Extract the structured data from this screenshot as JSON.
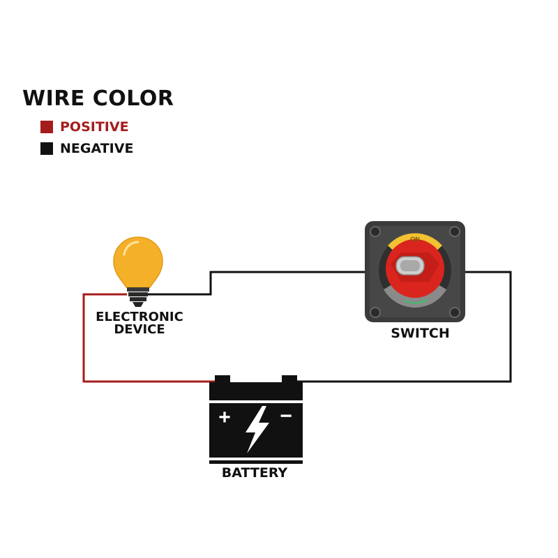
{
  "legend": {
    "title": "WIRE COLOR",
    "items": [
      {
        "label": "POSITIVE",
        "color": "#a51c1c"
      },
      {
        "label": "NEGATIVE",
        "color": "#111111"
      }
    ]
  },
  "components": {
    "device": {
      "label_line1": "ELECTRONIC",
      "label_line2": "DEVICE",
      "bulb_color": "#f5b02a"
    },
    "switch": {
      "label": "SWITCH",
      "on_text": "ON",
      "knob_color": "#d9251d",
      "on_color": "#f1c232"
    },
    "battery": {
      "label": "BATTERY",
      "plus": "+",
      "minus": "−"
    }
  },
  "wires": {
    "positive_color": "#a51c1c",
    "negative_color": "#111111"
  }
}
